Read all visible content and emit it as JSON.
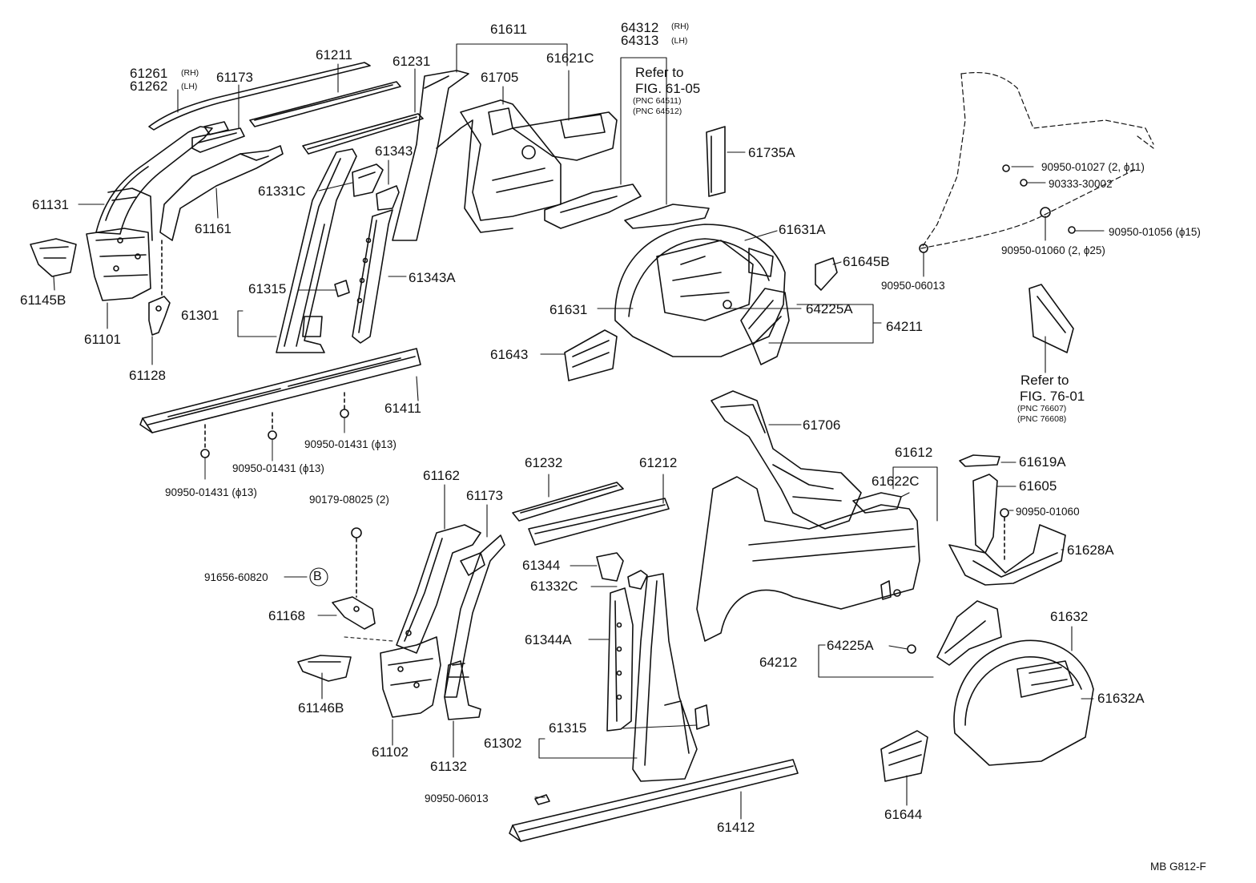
{
  "diagram": {
    "code": "MB  G812-F",
    "callout_letter": "B"
  },
  "labels": {
    "p61261": "61261",
    "p61262": "61262",
    "rh": "(RH)",
    "lh": "(LH)",
    "p61173_top": "61173",
    "p61211": "61211",
    "p61231": "61231",
    "p61611": "61611",
    "p61705": "61705",
    "p61621c": "61621C",
    "p64312": "64312",
    "p64313": "64313",
    "refer_to": "Refer to",
    "fig6105": "FIG. 61-05",
    "pnc64511": "(PNC 64511)",
    "pnc64512": "(PNC 64512)",
    "p61735a": "61735A",
    "p61131": "61131",
    "p61161": "61161",
    "p61343": "61343",
    "p61331c": "61331C",
    "p61631a": "61631A",
    "p61645b": "61645B",
    "p61145b": "61145B",
    "p61315_top": "61315",
    "p61343a": "61343A",
    "p61301": "61301",
    "p61101": "61101",
    "p61631": "61631",
    "p64225a_top": "64225A",
    "p64211": "64211",
    "p61643": "61643",
    "p61128": "61128",
    "p61411": "61411",
    "f9095001431_1": "90950-01431 (ϕ13)",
    "f9095001431_2": "90950-01431 (ϕ13)",
    "f9095001431_3": "90950-01431 (ϕ13)",
    "f9095001027": "90950-01027 (2, ϕ11)",
    "f9033330002": "90333-30002",
    "f9095001056": "90950-01056 (ϕ15)",
    "f9095001060_a": "90950-01060 (2, ϕ25)",
    "f9095006013_top": "90950-06013",
    "fig7601": "FIG. 76-01",
    "pnc76607": "(PNC 76607)",
    "pnc76608": "(PNC 76608)",
    "p61706": "61706",
    "p61612": "61612",
    "p61622c": "61622C",
    "p61619a": "61619A",
    "p61605": "61605",
    "f9095001060_b": "90950-01060",
    "p61628a": "61628A",
    "p61232": "61232",
    "p61212": "61212",
    "p61162": "61162",
    "p61173_bot": "61173",
    "f9017908025": "90179-08025 (2)",
    "p61344": "61344",
    "p61332c": "61332C",
    "f9165660820": "91656-60820",
    "p61168": "61168",
    "p61344a": "61344A",
    "p64212": "64212",
    "p64225a_bot": "64225A",
    "p61632": "61632",
    "p61632a": "61632A",
    "p61146b": "61146B",
    "p61102": "61102",
    "p61132": "61132",
    "p61302": "61302",
    "p61315_bot": "61315",
    "f9095006013_bot": "90950-06013",
    "p61412": "61412",
    "p61644": "61644"
  },
  "style": {
    "ink": "#111111",
    "paper": "#ffffff"
  }
}
